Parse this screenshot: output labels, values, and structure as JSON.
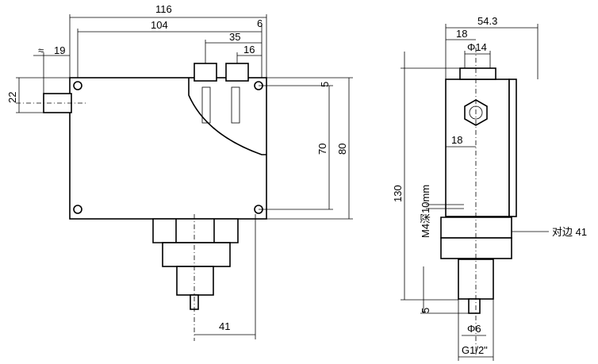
{
  "front_view": {
    "dim_overall_width": "116",
    "dim_inner_width": "104",
    "dim_edge": "6",
    "dim_gland_offset": "35",
    "dim_gland_spacing": "16",
    "dim_cable_gland": "19",
    "dim_gland_height": "22",
    "dim_top_offset": "5",
    "dim_mount_spacing": "70",
    "dim_height": "80",
    "dim_port_offset": "41"
  },
  "side_view": {
    "dim_depth": "54.3",
    "dim_gland_center": "18",
    "dim_gland_diameter": "Φ14",
    "dim_port_center": "18",
    "dim_total_height": "130",
    "mount_hole_note": "M4深10mm",
    "hex_across_flats": "对边 41",
    "dim_pin_length": "5",
    "dim_pin_diameter": "Φ6",
    "thread_size": "G1/2\""
  }
}
